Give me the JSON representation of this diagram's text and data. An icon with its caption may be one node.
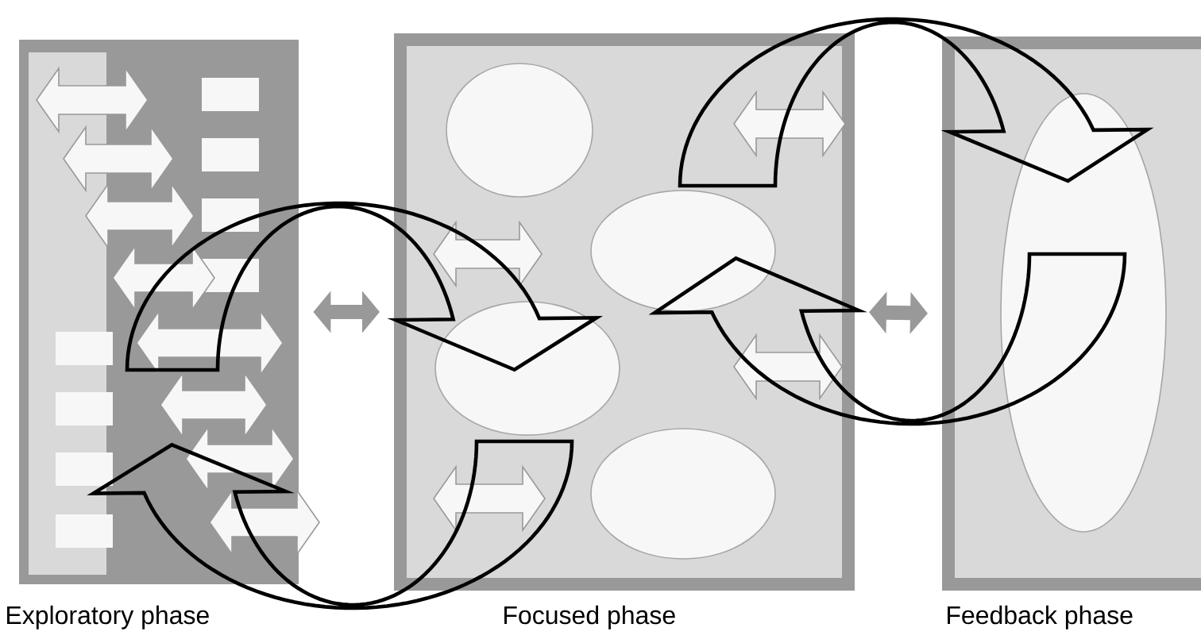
{
  "diagram": {
    "nodes": [
      {
        "text": [
          "Exploratory phase"
        ]
      },
      {
        "text": [
          "Focused phase"
        ]
      },
      {
        "text": [
          "Feedback phase"
        ]
      }
    ],
    "edges": [
      {
        "from": 0,
        "to": 1,
        "arrow": "both"
      },
      {
        "from": 1,
        "to": 2,
        "arrow": "both"
      }
    ]
  }
}
